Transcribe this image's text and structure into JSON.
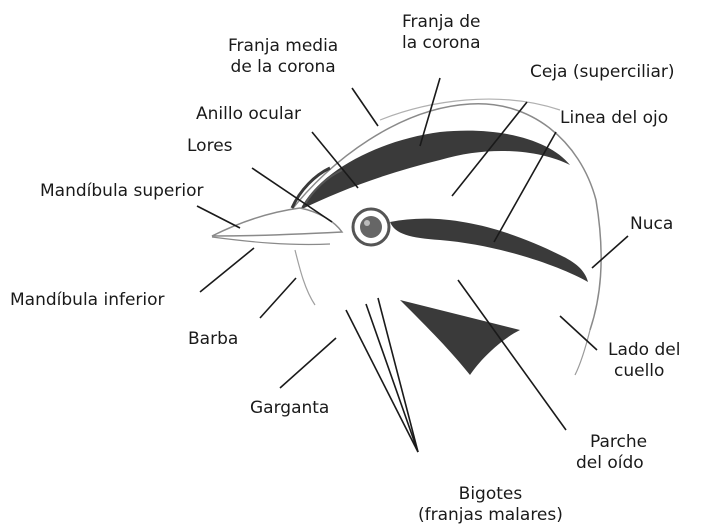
{
  "labels": {
    "franja_media": [
      "Franja media",
      "de la corona"
    ],
    "franja_corona": [
      "Franja de",
      "la corona"
    ],
    "ceja": "Ceja (superciliar)",
    "anillo": "Anillo ocular",
    "lores": "Lores",
    "linea_ojo": "Linea del ojo",
    "mandibula_superior": "Mandíbula superior",
    "nuca": "Nuca",
    "mandibula_inferior": "Mandíbula inferior",
    "barba": "Barba",
    "lado_cuello": [
      "Lado del",
      "cuello"
    ],
    "garganta": "Garganta",
    "parche_oido": [
      "Parche",
      "del oído"
    ],
    "bigotes": [
      "Bigotes",
      "(franjas malares)"
    ]
  },
  "colors": {
    "ink": "#1a1a1a",
    "stripe": "#3a3a3a",
    "outline": "#8a8a8a"
  }
}
